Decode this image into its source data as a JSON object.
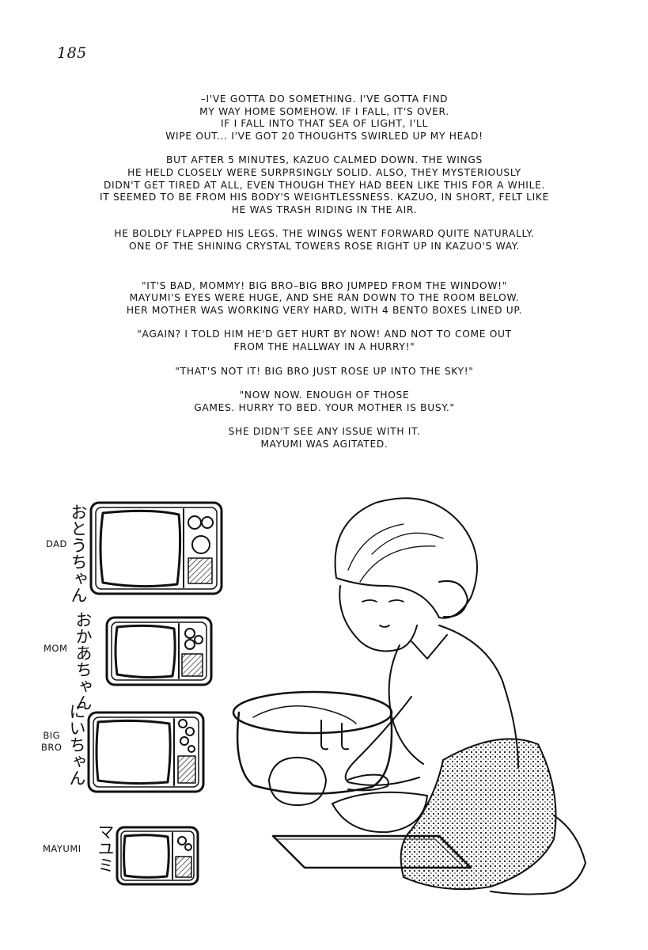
{
  "page_number": "185",
  "paragraphs": [
    [
      "–I've gotta do something. I've gotta find",
      "my way home somehow. If I fall, it's over.",
      "If I fall into that sea of light, I'll",
      "wipe out... I've got 20 thoughts swirled up my head!"
    ],
    [
      "But after 5 minutes, Kazuo calmed down. The wings",
      "he held closely were surprsingly solid. Also, they mysteriously",
      "didn't get tired at all, even though they had been like this for a while.",
      "It seemed to be from his body's weightlessness. Kazuo, in short, felt like",
      "he was trash riding in the air."
    ],
    [
      "He boldly flapped his legs. The wings went forward quite naturally.",
      "One of the shining crystal towers rose right up in Kazuo's way."
    ],
    [
      "\"It's bad, Mommy! Big Bro–Big Bro jumped from the window!\"",
      "Mayumi's eyes were huge, and she ran down to the room below.",
      "Her mother was working very hard, with 4 bento boxes lined up."
    ],
    [
      "\"Again? I told him he'd get hurt by now! And not to come out",
      "from the hallway in a hurry!\""
    ],
    [
      "\"That's not it! Big Bro just rose up into the sky!\""
    ],
    [
      "\"Now now. Enough of those",
      "games. Hurry to bed. Your mother is busy.\""
    ],
    [
      "She didn't see any issue with it.",
      "Mayumi was agitated."
    ]
  ],
  "bento_labels": {
    "dad": {
      "label": "Dad",
      "jp": "おとうちゃん"
    },
    "mom": {
      "label": "Mom",
      "jp": "おかあちゃん"
    },
    "big_bro": {
      "label_1": "Big",
      "label_2": "Bro",
      "jp": "にいちゃん"
    },
    "mayumi": {
      "label": "Mayumi",
      "jp": "マユミ"
    }
  },
  "illustration": {
    "subject": "mother-packing-bento",
    "ink": "#111111"
  }
}
